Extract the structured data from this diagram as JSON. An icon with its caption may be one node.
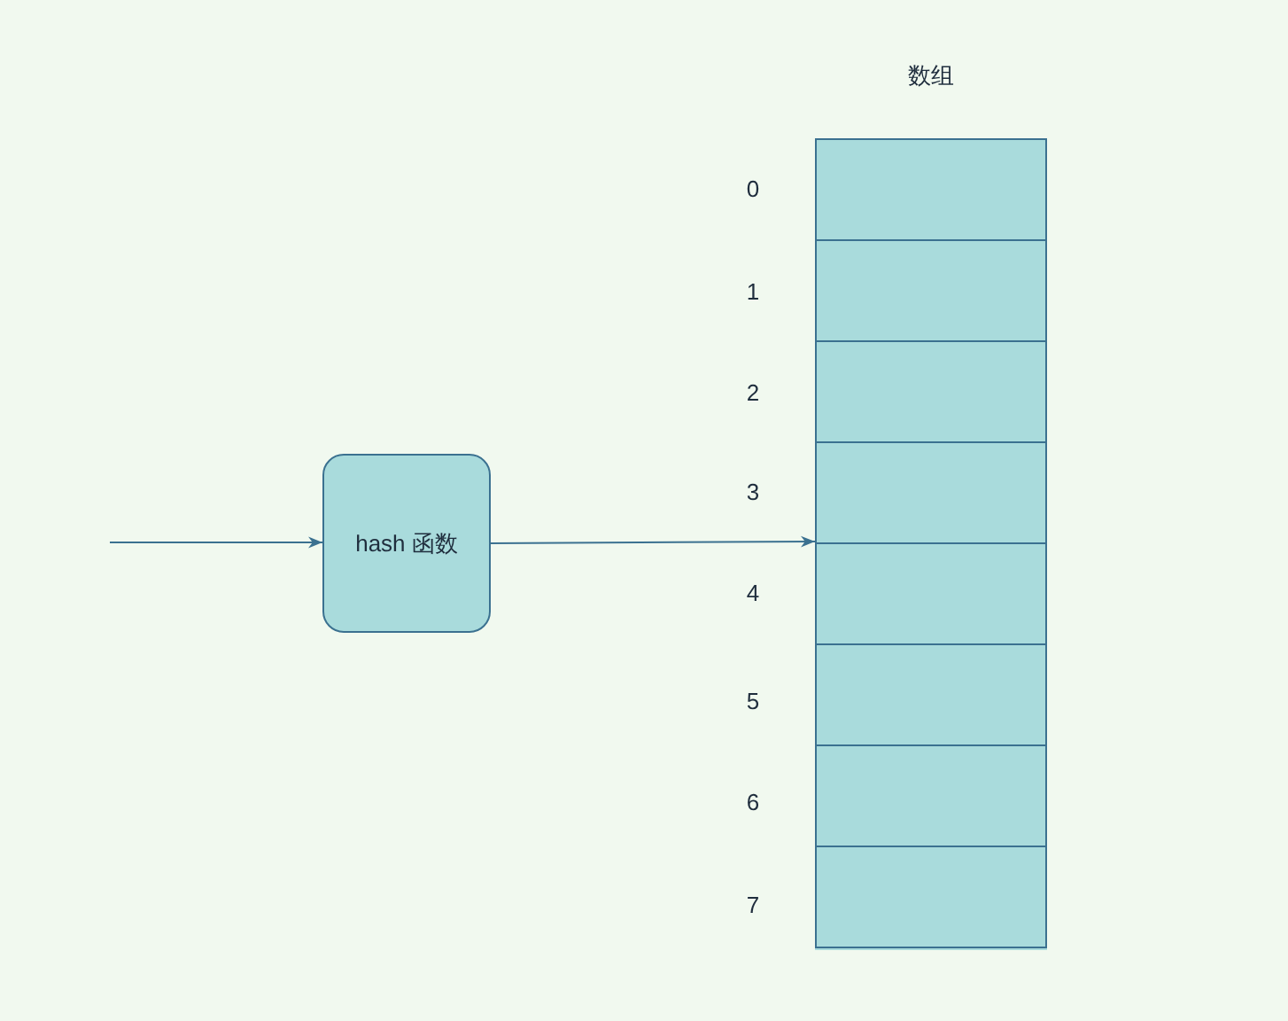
{
  "diagram": {
    "nodes": [
      {
        "text": [
          "hash 函数"
        ]
      },
      {
        "text": [
          "数组"
        ]
      },
      {
        "text": [],
        "shape": "box",
        "in": 1
      },
      {
        "text": [],
        "shape": "box",
        "in": 1
      },
      {
        "text": [],
        "shape": "box",
        "in": 1
      },
      {
        "text": [],
        "shape": "box",
        "in": 1
      },
      {
        "text": [],
        "shape": "box",
        "in": 1
      },
      {
        "text": [],
        "shape": "box",
        "in": 1
      },
      {
        "text": [],
        "shape": "box",
        "in": 1
      },
      {
        "text": [],
        "shape": "box",
        "in": 1
      }
    ],
    "edges": [
      {
        "from": null,
        "to": 0,
        "arrow": "to"
      },
      {
        "from": 0,
        "to": 1,
        "arrow": "to"
      }
    ],
    "labels": [
      "0",
      "1",
      "2",
      "3",
      "4",
      "5",
      "6",
      "7"
    ]
  }
}
